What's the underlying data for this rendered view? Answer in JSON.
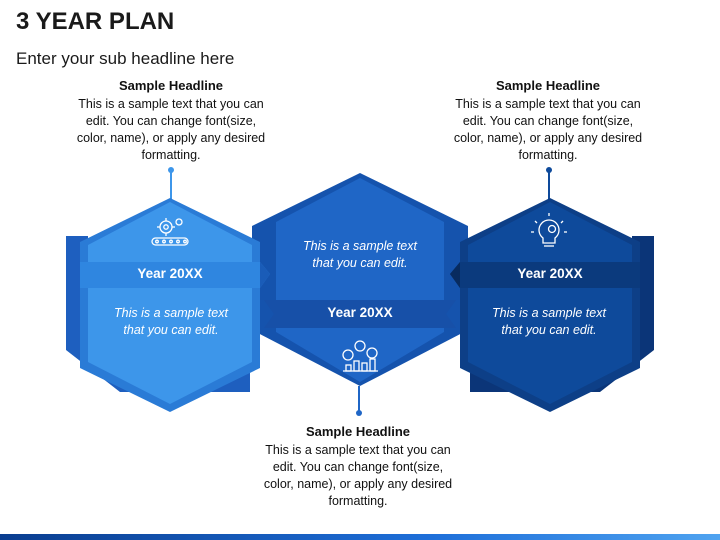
{
  "header": {
    "title": "3 YEAR PLAN",
    "subtitle": "Enter your sub headline here"
  },
  "callouts": [
    {
      "headline": "Sample Headline",
      "body": "This is a sample text that you can edit. You can change font(size, color, name), or apply any desired formatting."
    },
    {
      "headline": "Sample Headline",
      "body": "This is a sample text that you can edit. You can change font(size, color, name), or apply any desired formatting."
    },
    {
      "headline": "Sample Headline",
      "body": "This is a sample text that you can edit. You can change font(size, color, name), or apply any desired formatting."
    }
  ],
  "stages": [
    {
      "year": "Year 20XX",
      "text": "This is a sample text that you can edit.",
      "icon": "gear-conveyor-icon",
      "color": "#3d96ea"
    },
    {
      "year": "Year 20XX",
      "text": "This is a sample text that you can edit.",
      "icon": "dollar-growth-chart-icon",
      "color": "#1f66c6"
    },
    {
      "year": "Year 20XX",
      "text": "This is a sample text that you can edit.",
      "icon": "lightbulb-gear-icon",
      "color": "#0e4a9b"
    }
  ],
  "colors": {
    "light": "#3d96ea",
    "mid": "#1f66c6",
    "dark": "#0e4a9b",
    "deep": "#0b3578"
  }
}
